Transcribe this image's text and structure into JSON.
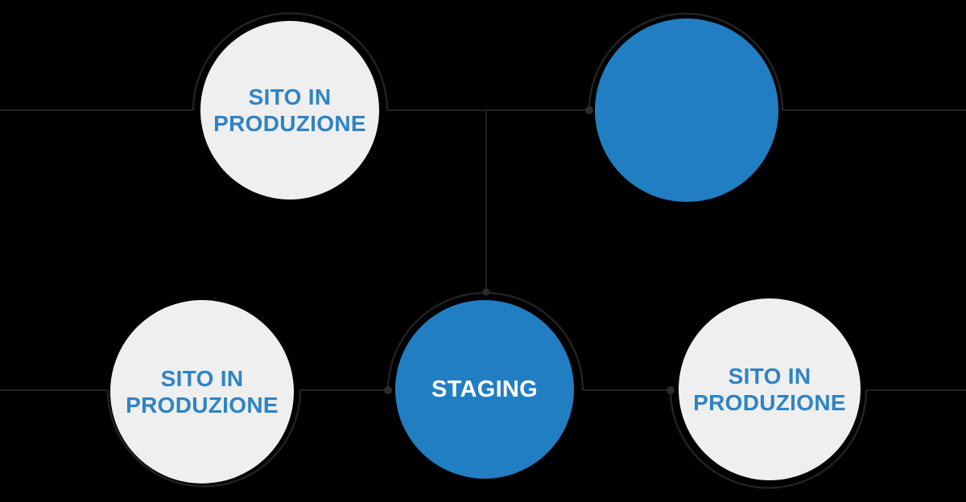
{
  "colors": {
    "background": "#000000",
    "line": "#222222",
    "dot": "#2b2b2b",
    "node_gray": "#efefef",
    "node_blue": "#217ec2",
    "text_blue": "#2e84c5",
    "text_white": "#ffffff"
  },
  "diagram": {
    "nodes": [
      {
        "id": "node-top-left",
        "line1": "SITO IN",
        "line2": "PRODUZIONE"
      },
      {
        "id": "node-top-right",
        "line1": "",
        "line2": ""
      },
      {
        "id": "node-staging",
        "line1": "STAGING",
        "line2": ""
      },
      {
        "id": "node-bottom-left",
        "line1": "SITO IN",
        "line2": "PRODUZIONE"
      },
      {
        "id": "node-bottom-right",
        "line1": "SITO IN",
        "line2": "PRODUZIONE"
      }
    ]
  }
}
